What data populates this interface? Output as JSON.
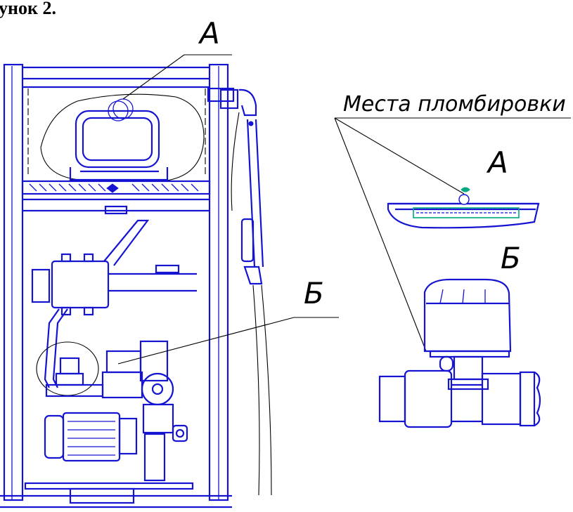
{
  "caption_cut": "унок 2.",
  "labels": {
    "callout_a_main": "А",
    "callout_b_main": "Б",
    "seal_places": "Места пломбировки",
    "detail_a": "А",
    "detail_b": "Б"
  },
  "colors": {
    "drawing_lines": "#1414d2",
    "leader_lines": "#000000",
    "seal_mark": "#00a884"
  }
}
